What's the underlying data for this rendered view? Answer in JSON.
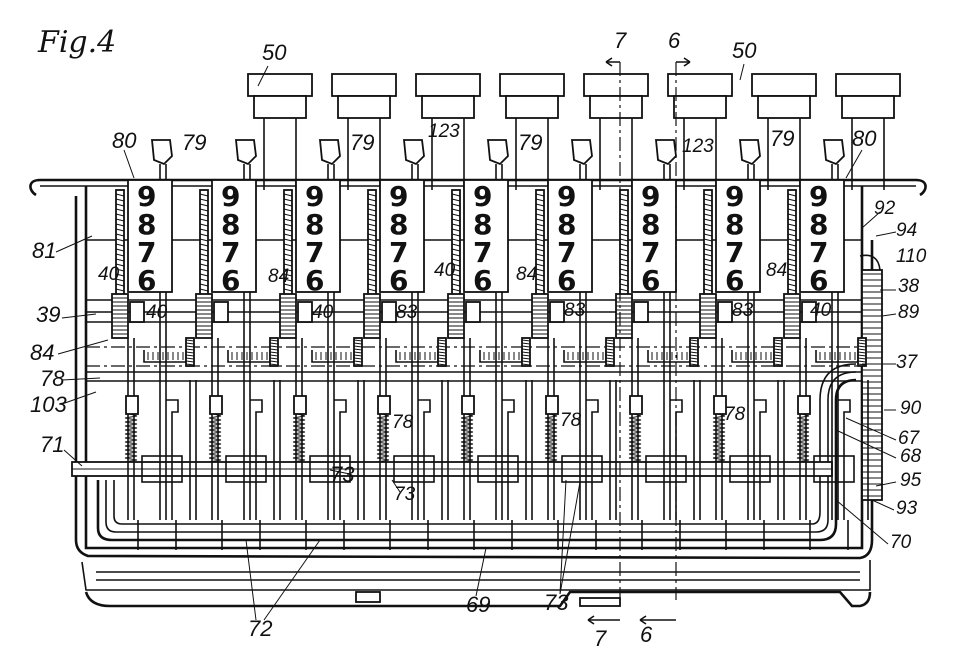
{
  "figure": {
    "title": "Fig.4",
    "section_marks": {
      "top": [
        "7",
        "6"
      ],
      "bottom": [
        "7",
        "6"
      ]
    },
    "digits_shown": [
      "9",
      "8",
      "7",
      "6"
    ],
    "wheel_count": 9,
    "refs": {
      "r50a": "50",
      "r50b": "50",
      "r80a": "80",
      "r80b": "80",
      "r79a": "79",
      "r79b": "79",
      "r79c": "79",
      "r79d": "79",
      "r123a": "123",
      "r123b": "123",
      "r81": "81",
      "r40a": "40",
      "r40b": "40",
      "r40c": "40",
      "r40d": "40",
      "r40e": "40",
      "r39": "39",
      "r84a": "84",
      "r84b": "84",
      "r84c": "84",
      "r84d": "84",
      "r83a": "83",
      "r83b": "83",
      "r83c": "83",
      "r78a": "78",
      "r78b": "78",
      "r78c": "78",
      "r78d": "78",
      "r103": "103",
      "r71": "71",
      "r73a": "73",
      "r73b": "73",
      "r73c": "73",
      "r72": "72",
      "r69": "69",
      "r92": "92",
      "r94": "94",
      "r110": "110",
      "r38": "38",
      "r89": "89",
      "r37": "37",
      "r90": "90",
      "r67": "67",
      "r68": "68",
      "r95": "95",
      "r93": "93",
      "r70": "70"
    }
  }
}
